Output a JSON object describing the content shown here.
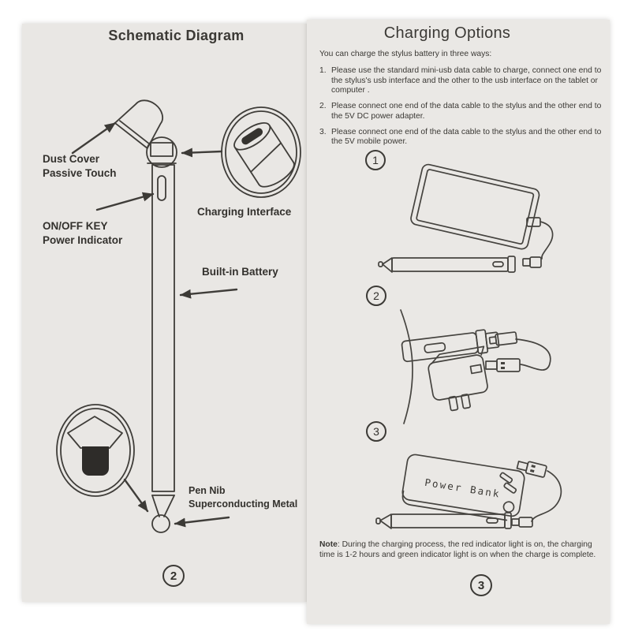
{
  "left_page": {
    "title": "Schematic Diagram",
    "labels": {
      "dust_cover_1": "Dust Cover",
      "dust_cover_2": "Passive Touch",
      "on_off_1": "ON/OFF KEY",
      "on_off_2": "Power Indicator",
      "charging_interface": "Charging Interface",
      "built_in_battery": "Built-in Battery",
      "pen_nib_1": "Pen Nib",
      "pen_nib_2": "Superconducting Metal"
    },
    "page_number": "2"
  },
  "right_page": {
    "title": "Charging Options",
    "intro": "You can charge the stylus battery in three ways:",
    "steps": [
      {
        "num": "1.",
        "text": "Please use the standard mini-usb data cable to charge, connect one end to the stylus's usb interface and the other to the usb interface on the tablet or computer ."
      },
      {
        "num": "2.",
        "text": "Please connect one end of the data cable to the stylus and the other end to the 5V DC power adapter."
      },
      {
        "num": "3.",
        "text": "Please connect one end of the data cable to the stylus and the other end to the 5V mobile power."
      }
    ],
    "figures": [
      {
        "number": "1"
      },
      {
        "number": "2"
      },
      {
        "number": "3"
      }
    ],
    "power_bank_label": "Power Bank",
    "note_label": "Note",
    "note_text": ": During the charging process, the red indicator light is on, the charging time is 1-2 hours and green indicator light is on when the charge is complete.",
    "page_number": "3"
  },
  "colors": {
    "paper": "#e9e7e4",
    "ink": "#3c3a36",
    "nib_fill": "#2e2c29"
  }
}
